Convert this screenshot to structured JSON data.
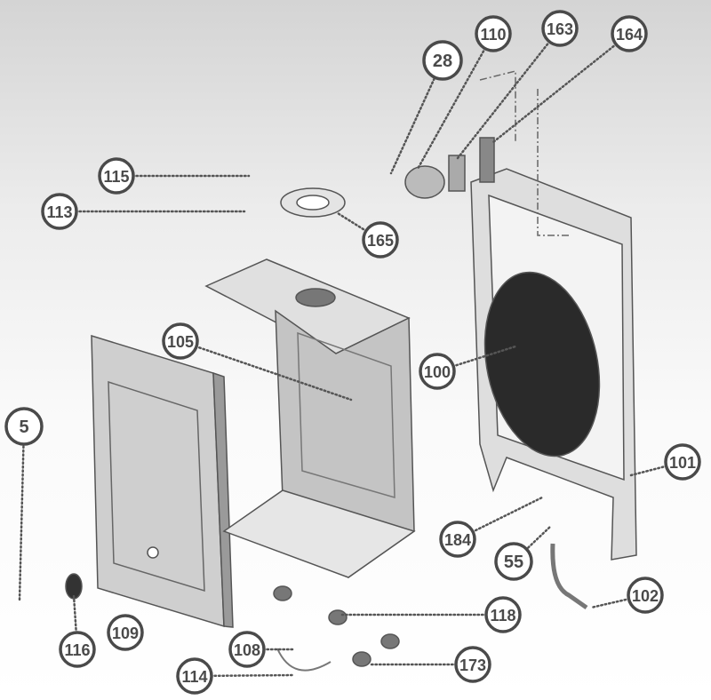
{
  "diagram": {
    "type": "exploded-parts-view",
    "colors": {
      "callout_border": "#4a4a4a",
      "callout_fill": "#ffffff",
      "leader": "#555555",
      "tank": "#2a2a2a"
    },
    "callouts": [
      {
        "label": "28"
      },
      {
        "label": "110"
      },
      {
        "label": "163"
      },
      {
        "label": "164"
      },
      {
        "label": "115"
      },
      {
        "label": "113"
      },
      {
        "label": "165"
      },
      {
        "label": "105"
      },
      {
        "label": "100"
      },
      {
        "label": "5"
      },
      {
        "label": "101"
      },
      {
        "label": "184"
      },
      {
        "label": "55"
      },
      {
        "label": "102"
      },
      {
        "label": "118"
      },
      {
        "label": "116"
      },
      {
        "label": "109"
      },
      {
        "label": "108"
      },
      {
        "label": "114"
      },
      {
        "label": "173"
      }
    ]
  }
}
